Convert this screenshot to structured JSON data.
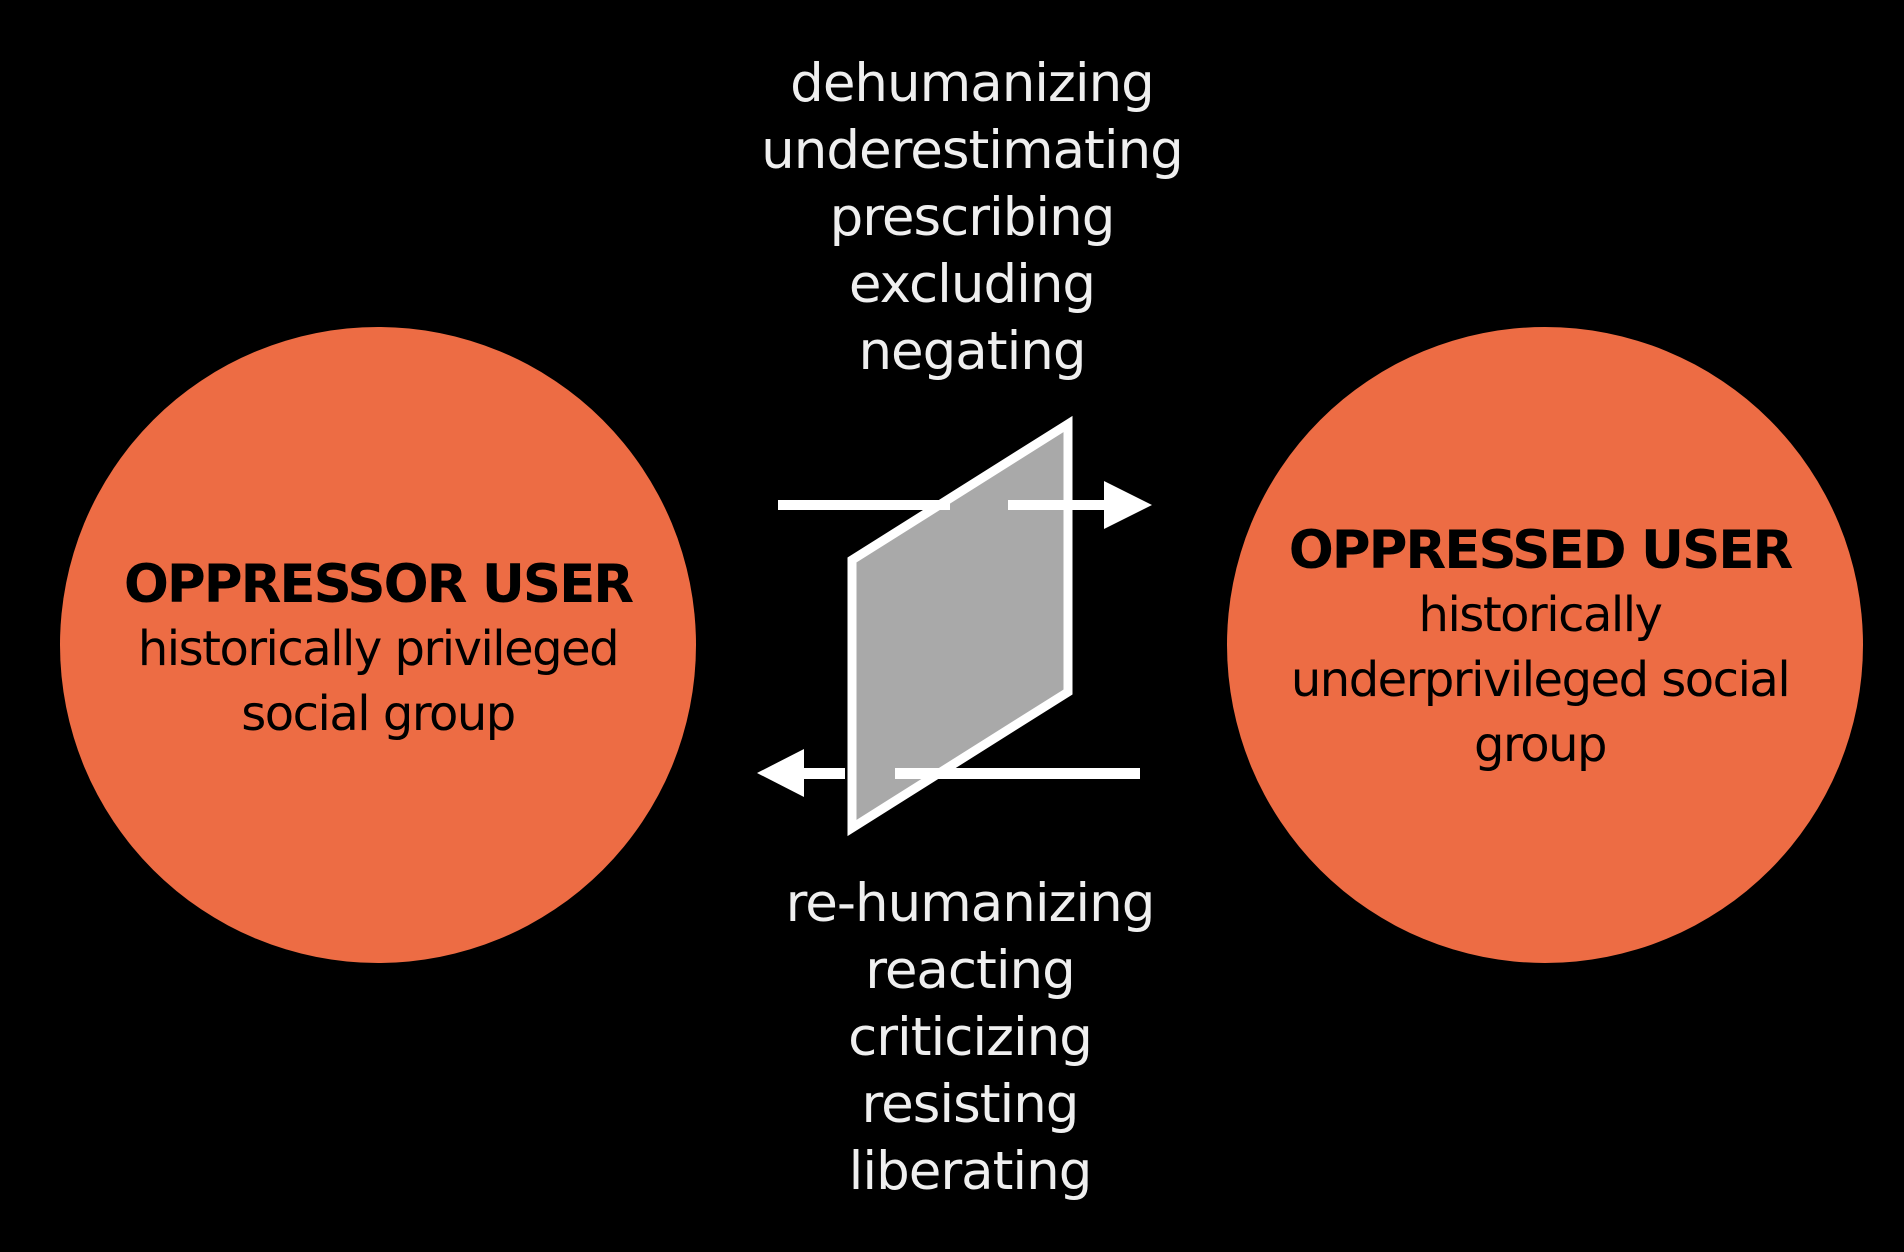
{
  "background": "#000000",
  "colors": {
    "circle_fill": "#ED6C44",
    "plane_fill": "#A9A9A9",
    "arrow_color": "#FFFFFF",
    "list_text": "#EFEFEF",
    "circle_text": "#000000"
  },
  "oppression_list": {
    "items": [
      "dehumanizing",
      "underestimating",
      "prescribing",
      "excluding",
      "negating"
    ]
  },
  "liberation_list": {
    "items": [
      "re-humanizing",
      "reacting",
      "criticizing",
      "resisting",
      "liberating"
    ]
  },
  "oppressor_circle": {
    "title": "OPPRESSOR USER",
    "line1": "historically privileged",
    "line2": "social group"
  },
  "oppressed_circle": {
    "title": "OPPRESSED USER",
    "line1": "historically",
    "line2": "underprivileged social",
    "line3": "group"
  },
  "interface": {
    "plane_icon": "parallelogram-plane",
    "top_arrow_icon": "right-arrow",
    "bottom_arrow_icon": "left-arrow"
  }
}
